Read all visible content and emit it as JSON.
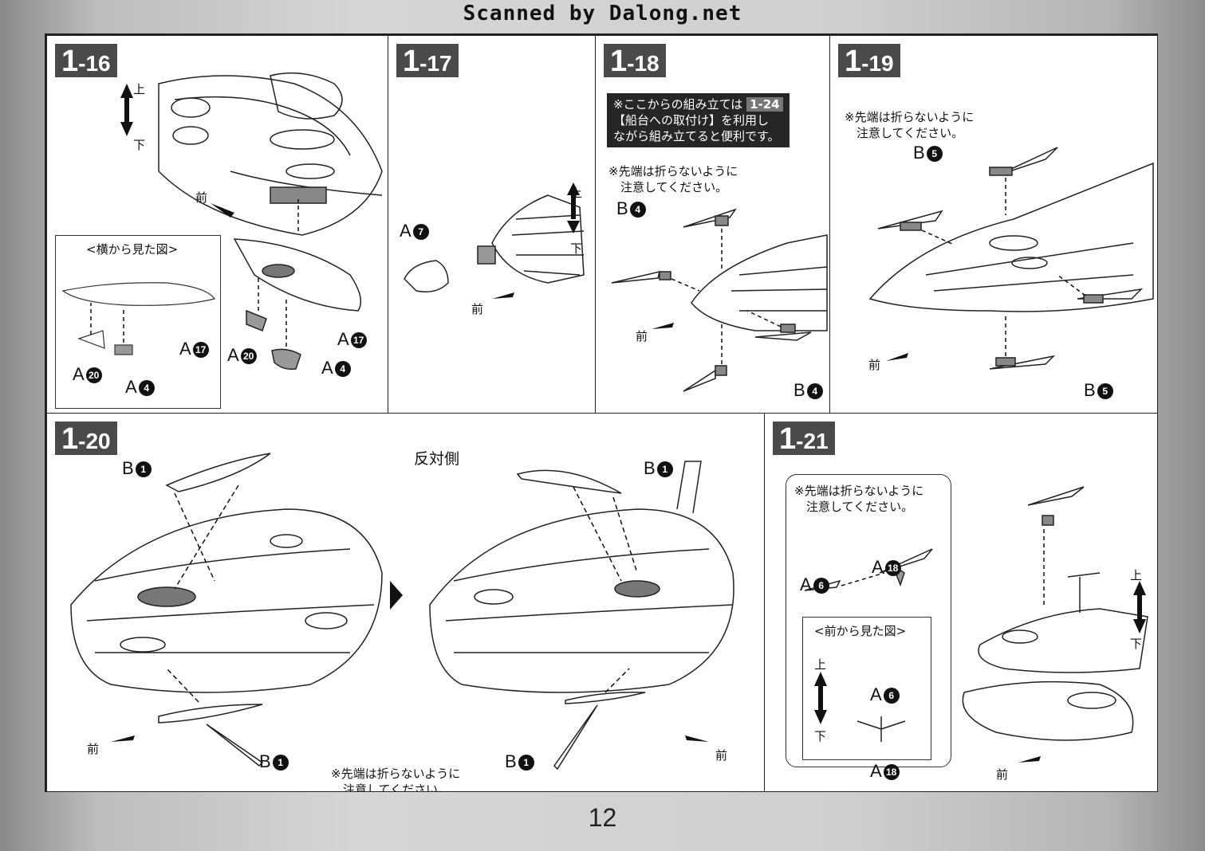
{
  "scan_credit": "Scanned by Dalong.net",
  "page_number": "12",
  "steps": {
    "s16": {
      "num": "1",
      "sub": "-16",
      "inset_title": "<横から見た図>",
      "lbl_a17": "A",
      "n17": "17",
      "lbl_a20": "A",
      "n20": "20",
      "lbl_a4": "A",
      "n4": "4",
      "dir_up": "上",
      "dir_down": "下",
      "dir_front": "前"
    },
    "s17": {
      "num": "1",
      "sub": "-17",
      "lbl_a7": "A",
      "n7": "7",
      "dir_up": "上",
      "dir_down": "下",
      "dir_front": "前"
    },
    "s18": {
      "num": "1",
      "sub": "-18",
      "callout_line1": "※ここからの組み立ては",
      "callout_tag": "1-24",
      "callout_line2": "【船台への取付け】を利用し\nながら組み立てると便利です。",
      "note": "※先端は折らないように\n　注意してください。",
      "lbl_b": "B",
      "n4": "4",
      "dir_front": "前"
    },
    "s19": {
      "num": "1",
      "sub": "-19",
      "note": "※先端は折らないように\n　注意してください。",
      "lbl_b": "B",
      "n5": "5",
      "dir_front": "前"
    },
    "s20": {
      "num": "1",
      "sub": "-20",
      "opposite": "反対側",
      "lbl_b": "B",
      "n1": "1",
      "note": "※先端は折らないように\n　注意してください。",
      "dir_front": "前"
    },
    "s21": {
      "num": "1",
      "sub": "-21",
      "note": "※先端は折らないように\n　注意してください。",
      "lbl_a": "A",
      "n6": "6",
      "n18": "18",
      "inset_title": "<前から見た図>",
      "dir_up": "上",
      "dir_down": "下",
      "dir_front": "前"
    }
  }
}
